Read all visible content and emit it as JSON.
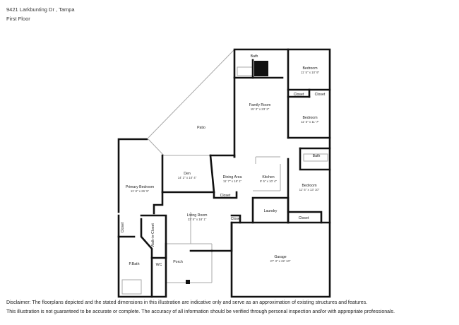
{
  "header": {
    "address": "9421 Larkbunting Dr , Tampa",
    "floor": "First Floor"
  },
  "rooms": [
    {
      "name": "Bath",
      "dims": ""
    },
    {
      "name": "Bedroom",
      "dims": "11' 5\" x 10' 9\""
    },
    {
      "name": "Closet",
      "dims": ""
    },
    {
      "name": "Closet",
      "dims": ""
    },
    {
      "name": "Family Room",
      "dims": "15' 3\" x 23' 2\""
    },
    {
      "name": "Bedroom",
      "dims": "11' 5\" x 11' 7\""
    },
    {
      "name": "Patio",
      "dims": ""
    },
    {
      "name": "Bath",
      "dims": ""
    },
    {
      "name": "Den",
      "dims": "14' 2\" x 10' 4\""
    },
    {
      "name": "Dining Area",
      "dims": "11' 7\" x 18' 1\""
    },
    {
      "name": "Kitchen",
      "dims": "9' 5\" x 10' 4\""
    },
    {
      "name": "Bedroom",
      "dims": "11' 5\" x 13' 10\""
    },
    {
      "name": "Primary Bedroom",
      "dims": "11' 8\" x 26' 5\""
    },
    {
      "name": "Closet",
      "dims": ""
    },
    {
      "name": "Laundry",
      "dims": ""
    },
    {
      "name": "Living Room",
      "dims": "23' 5\" x 18' 1\""
    },
    {
      "name": "Closet",
      "dims": ""
    },
    {
      "name": "Closet",
      "dims": ""
    },
    {
      "name": "Closet",
      "dims": ""
    },
    {
      "name": "Walk-in-Closet",
      "dims": ""
    },
    {
      "name": "Garage",
      "dims": "27' 3\" x 22' 10\""
    },
    {
      "name": "P.Bath",
      "dims": ""
    },
    {
      "name": "WC",
      "dims": ""
    },
    {
      "name": "Porch",
      "dims": ""
    }
  ],
  "disclaimer": {
    "line1": "Disclaimer: The floorplans depicted and the stated dimensions in this illustration are indicative only and serve as an approximation of existing structures and features.",
    "line2": "This illustration is not guaranteed to be accurate or complete. The accuracy of all information should be verified through personal inspection and/or with appropriate professionals."
  }
}
